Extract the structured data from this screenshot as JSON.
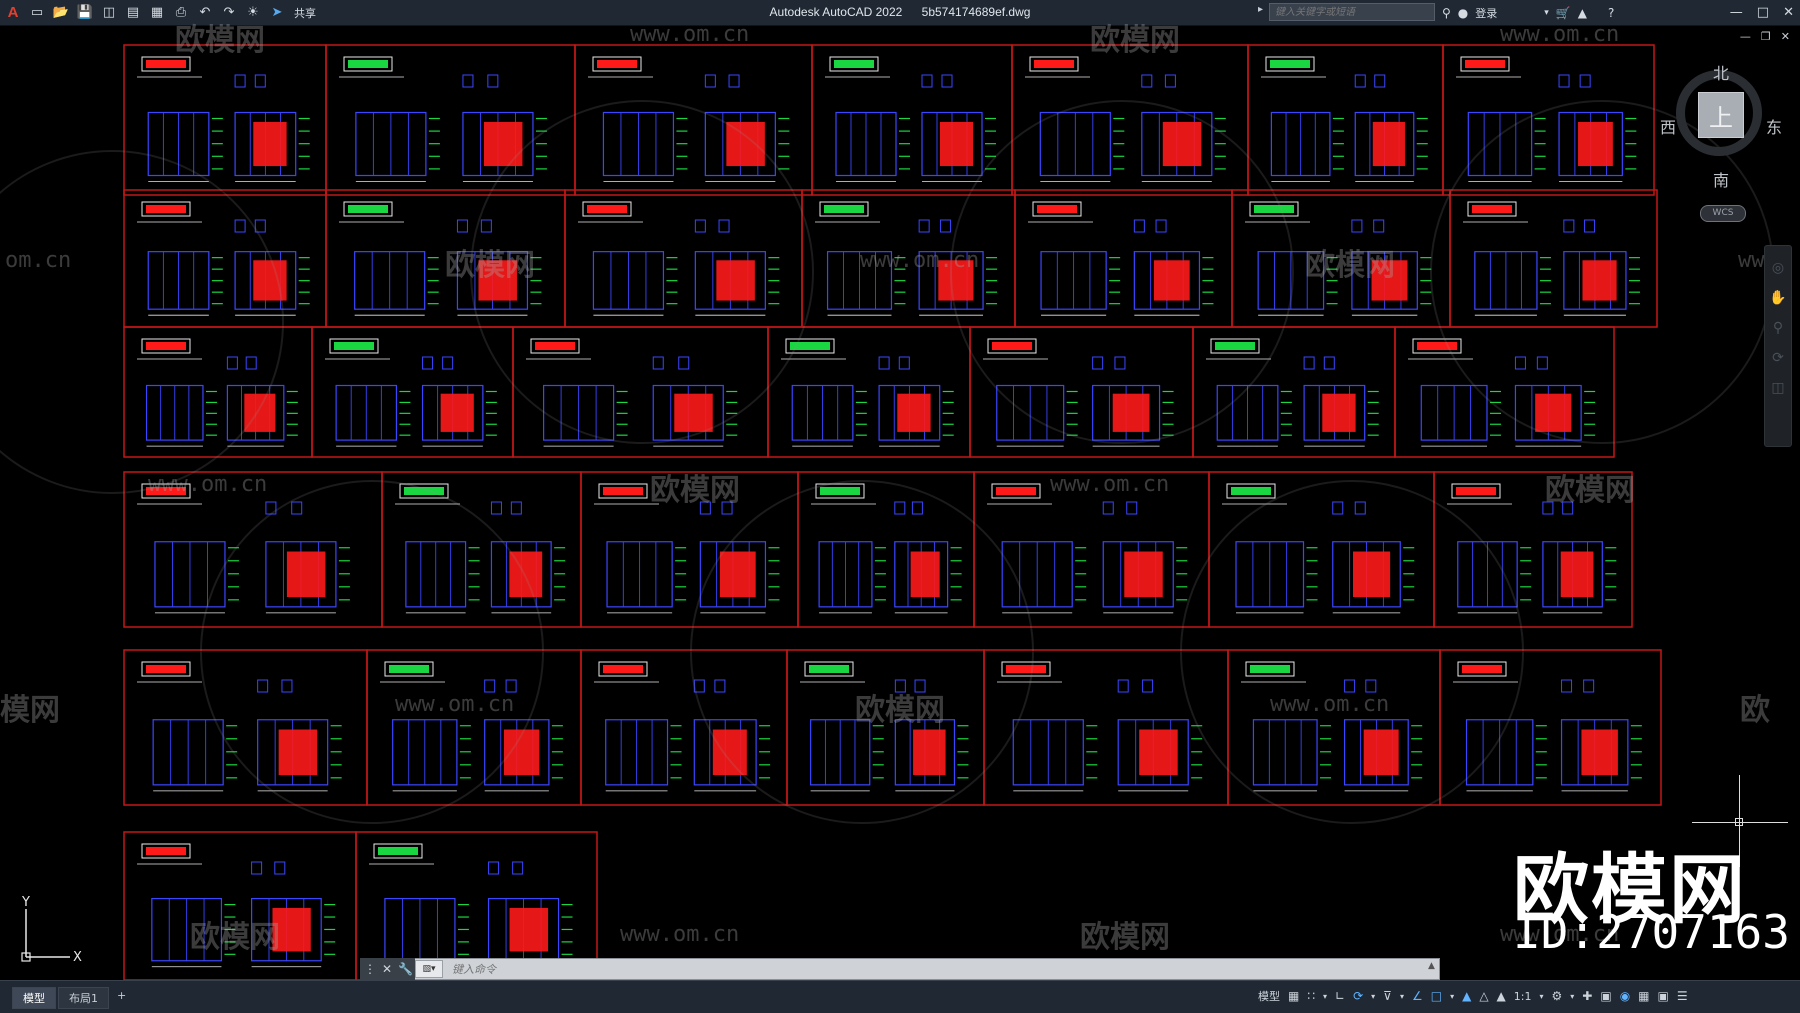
{
  "titlebar": {
    "app_logo": "A",
    "quick_access": [
      "new-icon",
      "open-icon",
      "save-icon",
      "saveas-icon",
      "plot-icon",
      "publish-icon",
      "print-icon",
      "undo-icon",
      "redo-icon",
      "workspace-icon"
    ],
    "share_label": "共享",
    "app_name": "Autodesk AutoCAD 2022",
    "file_name": "5b574174689ef.dwg",
    "search_placeholder": "键入关键字或短语",
    "login_label": "登录",
    "help_icon": "?"
  },
  "viewcube": {
    "north": "北",
    "south": "南",
    "west": "西",
    "east": "东",
    "top_face": "上",
    "wcs": "WCS"
  },
  "ucs": {
    "x": "X",
    "y": "Y"
  },
  "watermark": {
    "brand": "欧模网",
    "url": "www.om.cn",
    "url_partial": "om.cn",
    "url_edge": "www.",
    "brand_partial": "模网",
    "id_label": "ID:2707163"
  },
  "command": {
    "placeholder": "键入命令"
  },
  "statusbar": {
    "tabs": [
      {
        "label": "模型",
        "active": true
      },
      {
        "label": "布局1",
        "active": false
      },
      {
        "label": "+",
        "active": false
      }
    ],
    "model_label": "模型",
    "scale_label": "1:1"
  },
  "drawing": {
    "line_color": "#c21717",
    "elev_color": "#3b46ff",
    "fill_color": "#ff1a1a",
    "dim_color": "#19d641",
    "text_color": "#e8e8e8",
    "rows": [
      [
        1,
        1,
        1,
        1,
        1,
        1,
        1
      ],
      [
        1,
        1,
        1,
        1,
        1,
        1,
        1
      ],
      [
        1,
        1,
        1,
        1,
        1,
        1,
        1
      ],
      [
        1,
        1,
        1,
        1,
        1,
        1,
        1
      ],
      [
        1,
        1,
        1,
        1,
        1,
        1,
        1
      ],
      [
        1,
        1
      ]
    ]
  }
}
